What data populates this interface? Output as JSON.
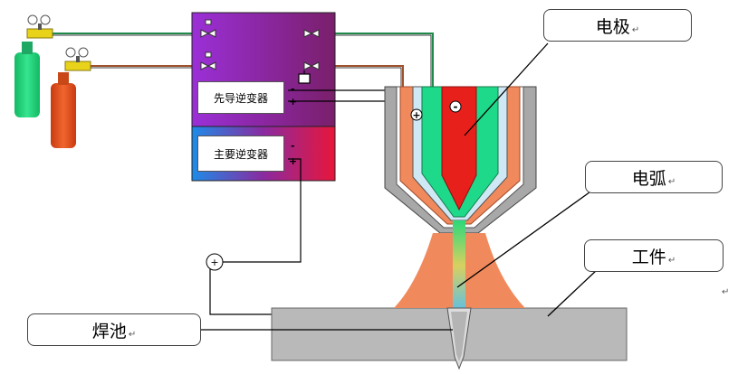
{
  "labels": {
    "electrode": "电极",
    "arc": "电弧",
    "workpiece": "工件",
    "weld_pool": "焊池"
  },
  "inverters": {
    "pilot": "先导逆变器",
    "main": "主要逆变器"
  },
  "signs": {
    "plus": "+",
    "minus": "-",
    "plus_circle": "⊕",
    "minus_circle": "⊖"
  },
  "mark": "↵",
  "colors": {
    "gas_cylinder_1": "#21d47a",
    "gas_cylinder_2": "#e3501e",
    "nozzle_outer": "#a8a8a8",
    "nozzle_copper": "#f08a5d",
    "plasma_gas": "#1fd98a",
    "electrode": "#e8201c",
    "workpiece": "#b9b9b9",
    "regulator": "#e8d21a",
    "gas_line_1": "#1f8a4a",
    "gas_line_2": "#a0522d"
  }
}
